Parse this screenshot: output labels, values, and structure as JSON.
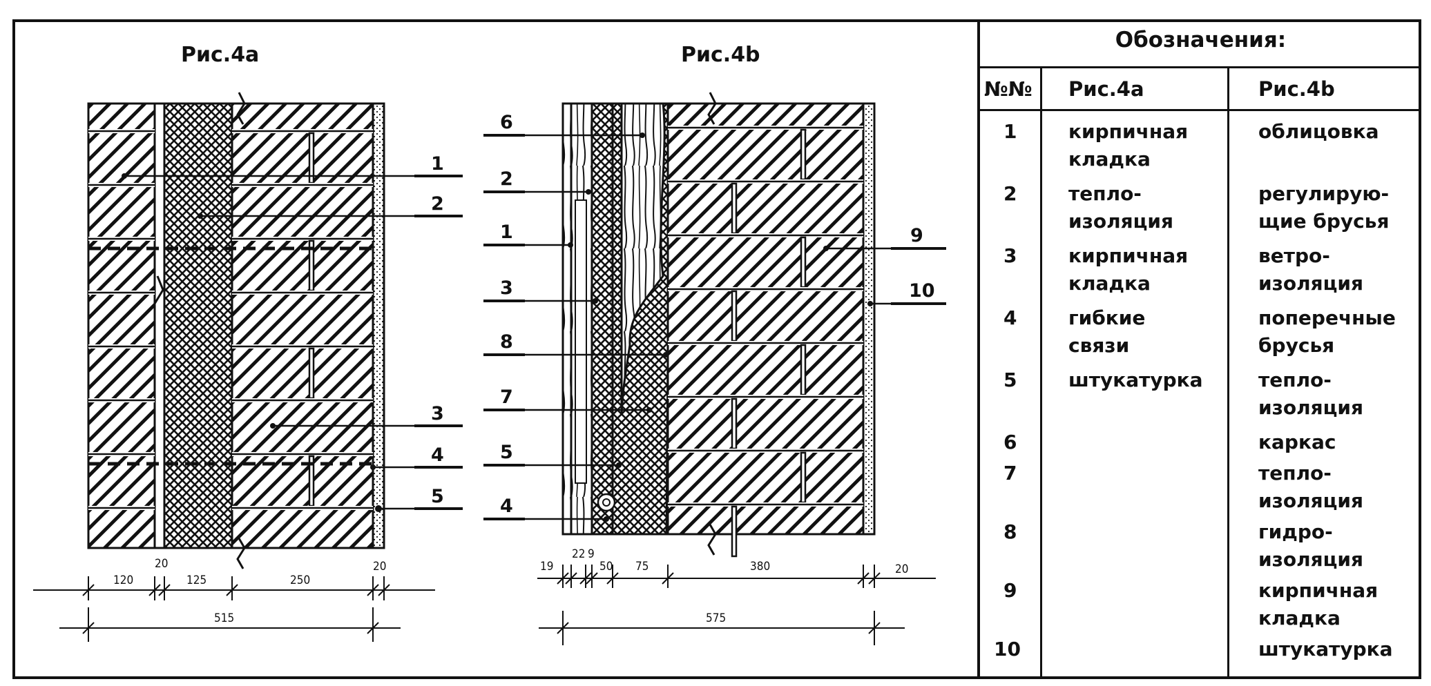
{
  "figure_a": {
    "title": "Рис.4а",
    "callouts": [
      "1",
      "2",
      "3",
      "4",
      "5"
    ],
    "dimensions": [
      "120",
      "20",
      "125",
      "250",
      "20",
      "515"
    ]
  },
  "figure_b": {
    "title": "Рис.4b",
    "callouts": [
      "6",
      "2",
      "1",
      "3",
      "8",
      "7",
      "5",
      "4",
      "9",
      "10"
    ],
    "dimensions": [
      "19",
      "22",
      "9",
      "50",
      "75",
      "380",
      "20",
      "575"
    ]
  },
  "legend": {
    "title": "Обозначения:",
    "col_number": "№№",
    "col_fig_a": "Рис.4а",
    "col_fig_b": "Рис.4b",
    "rows": [
      {
        "n": "1",
        "a": "кирпичная\nкладка",
        "b": "облицовка"
      },
      {
        "n": "2",
        "a": "тепло-\nизоляция",
        "b": "регулирую-\nщие брусья"
      },
      {
        "n": "3",
        "a": "кирпичная\nкладка",
        "b": "ветро-\nизоляция"
      },
      {
        "n": "4",
        "a": "гибкие\nсвязи",
        "b": "поперечные\nбрусья"
      },
      {
        "n": "5",
        "a": "штукатурка",
        "b": "тепло-\nизоляция"
      },
      {
        "n": "6",
        "a": "",
        "b": "каркас"
      },
      {
        "n": "7",
        "a": "",
        "b": "тепло-\nизоляция"
      },
      {
        "n": "8",
        "a": "",
        "b": "гидро-\nизоляция"
      },
      {
        "n": "9",
        "a": "",
        "b": "кирпичная\nкладка"
      },
      {
        "n": "10",
        "a": "",
        "b": "штукатурка"
      }
    ]
  }
}
